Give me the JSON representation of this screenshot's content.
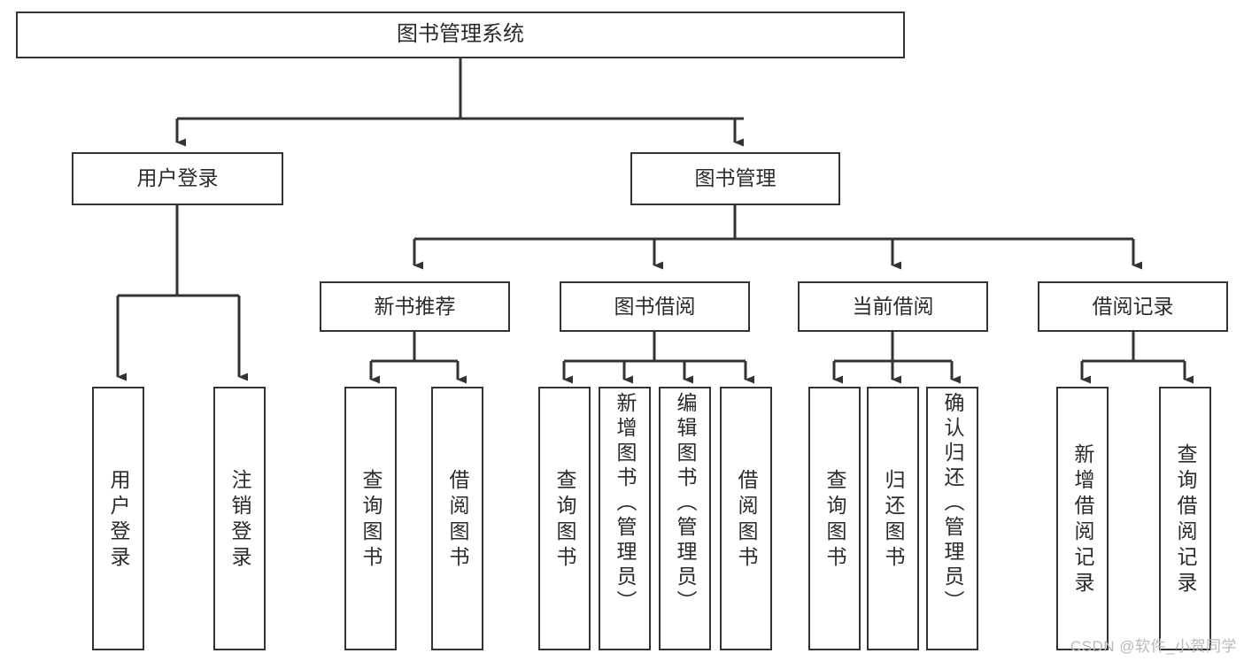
{
  "diagram": {
    "title": "图书管理系统",
    "type": "tree-hierarchy-diagram",
    "watermark": "CSDN @软件_小贺同学",
    "colors": {
      "box_border": "#333333",
      "box_fill": "#ffffff",
      "connector": "#333333",
      "text": "#2b2b2b",
      "watermark": "#b9b9b9",
      "background": "#ffffff"
    },
    "levels": {
      "level0": "系统",
      "level1": "模块",
      "level2": "子模块",
      "level3": "功能"
    },
    "nodes": {
      "root": {
        "label": "图书管理系统"
      },
      "l1": [
        {
          "id": "user-login",
          "label": "用户登录"
        },
        {
          "id": "book-management",
          "label": "图书管理"
        }
      ],
      "l2": [
        {
          "id": "new-book-recommend",
          "label": "新书推荐"
        },
        {
          "id": "book-borrow",
          "label": "图书借阅"
        },
        {
          "id": "current-borrow",
          "label": "当前借阅"
        },
        {
          "id": "borrow-record",
          "label": "借阅记录"
        }
      ],
      "leaves": {
        "user_login": [
          {
            "id": "leaf-user-login",
            "label": "用户登录"
          },
          {
            "id": "leaf-logout-login",
            "label": "注销登录"
          }
        ],
        "new_book_recommend": [
          {
            "id": "leaf-query-book-1",
            "label": "查询图书"
          },
          {
            "id": "leaf-borrow-book-1",
            "label": "借阅图书"
          }
        ],
        "book_borrow": [
          {
            "id": "leaf-query-book-2",
            "label": "查询图书"
          },
          {
            "id": "leaf-add-book-admin",
            "label": "新增图书（管理员）"
          },
          {
            "id": "leaf-edit-book-admin",
            "label": "编辑图书（管理员）"
          },
          {
            "id": "leaf-borrow-book-2",
            "label": "借阅图书"
          }
        ],
        "current_borrow": [
          {
            "id": "leaf-query-book-3",
            "label": "查询图书"
          },
          {
            "id": "leaf-return-book",
            "label": "归还图书"
          },
          {
            "id": "leaf-confirm-return-admin",
            "label": "确认归还（管理员）"
          }
        ],
        "borrow_record": [
          {
            "id": "leaf-add-borrow-record",
            "label": "新增借阅记录"
          },
          {
            "id": "leaf-query-borrow-record",
            "label": "查询借阅记录"
          }
        ]
      }
    }
  }
}
